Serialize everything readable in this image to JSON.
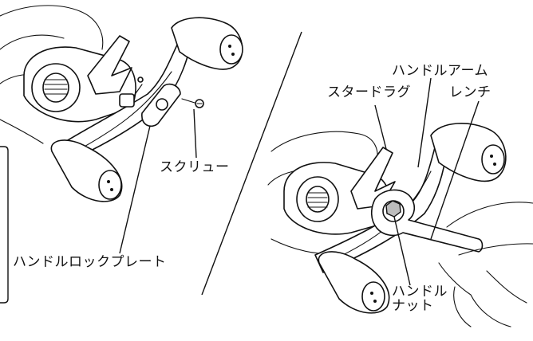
{
  "labels": {
    "screw": "スクリュー",
    "handle_lock_plate": "ハンドルロックプレート",
    "handle_arm": "ハンドルアーム",
    "star_drag": "スタードラグ",
    "wrench": "レンチ",
    "handle_nut_line1": "ハンドル",
    "handle_nut_line2": "ナット"
  }
}
